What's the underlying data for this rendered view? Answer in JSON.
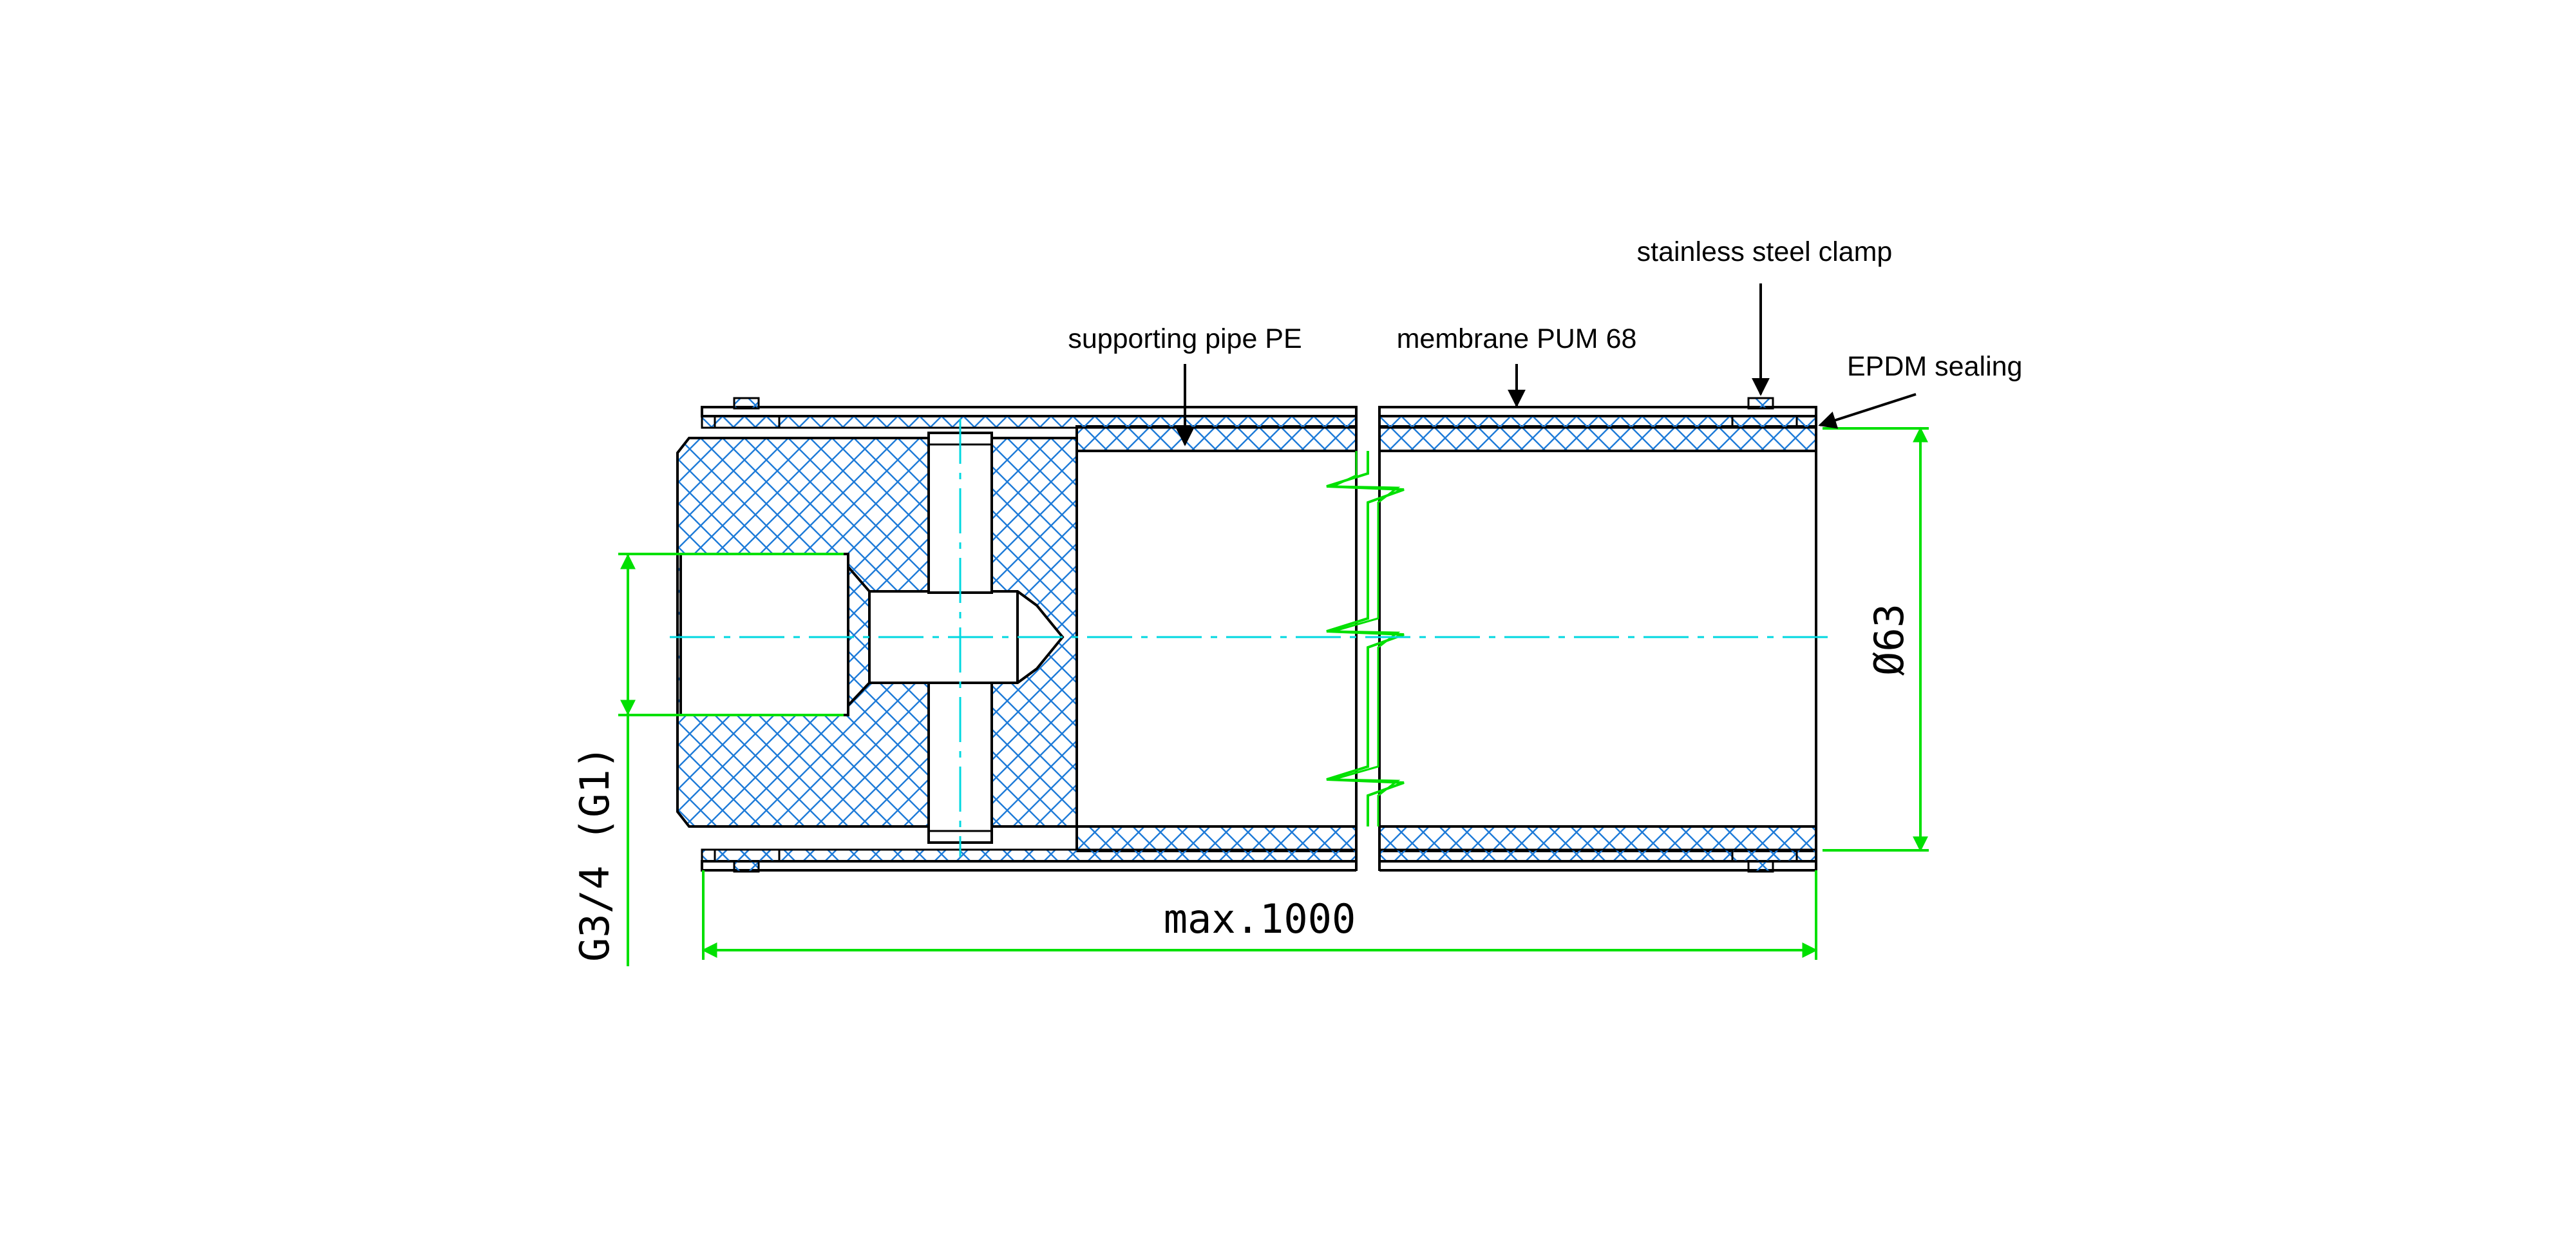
{
  "labels": {
    "supporting_pipe": "supporting pipe PE",
    "membrane": "membrane PUM 68",
    "clamp": "stainless steel clamp",
    "sealing": "EPDM sealing"
  },
  "dimensions": {
    "length": "max.1000",
    "diameter": "Ø63",
    "thread": "G3/4 (G1)"
  },
  "colors": {
    "hatch": "#1e7bd8",
    "dimension": "#00e000",
    "centerline": "#00d8e0",
    "outline": "#000000"
  }
}
